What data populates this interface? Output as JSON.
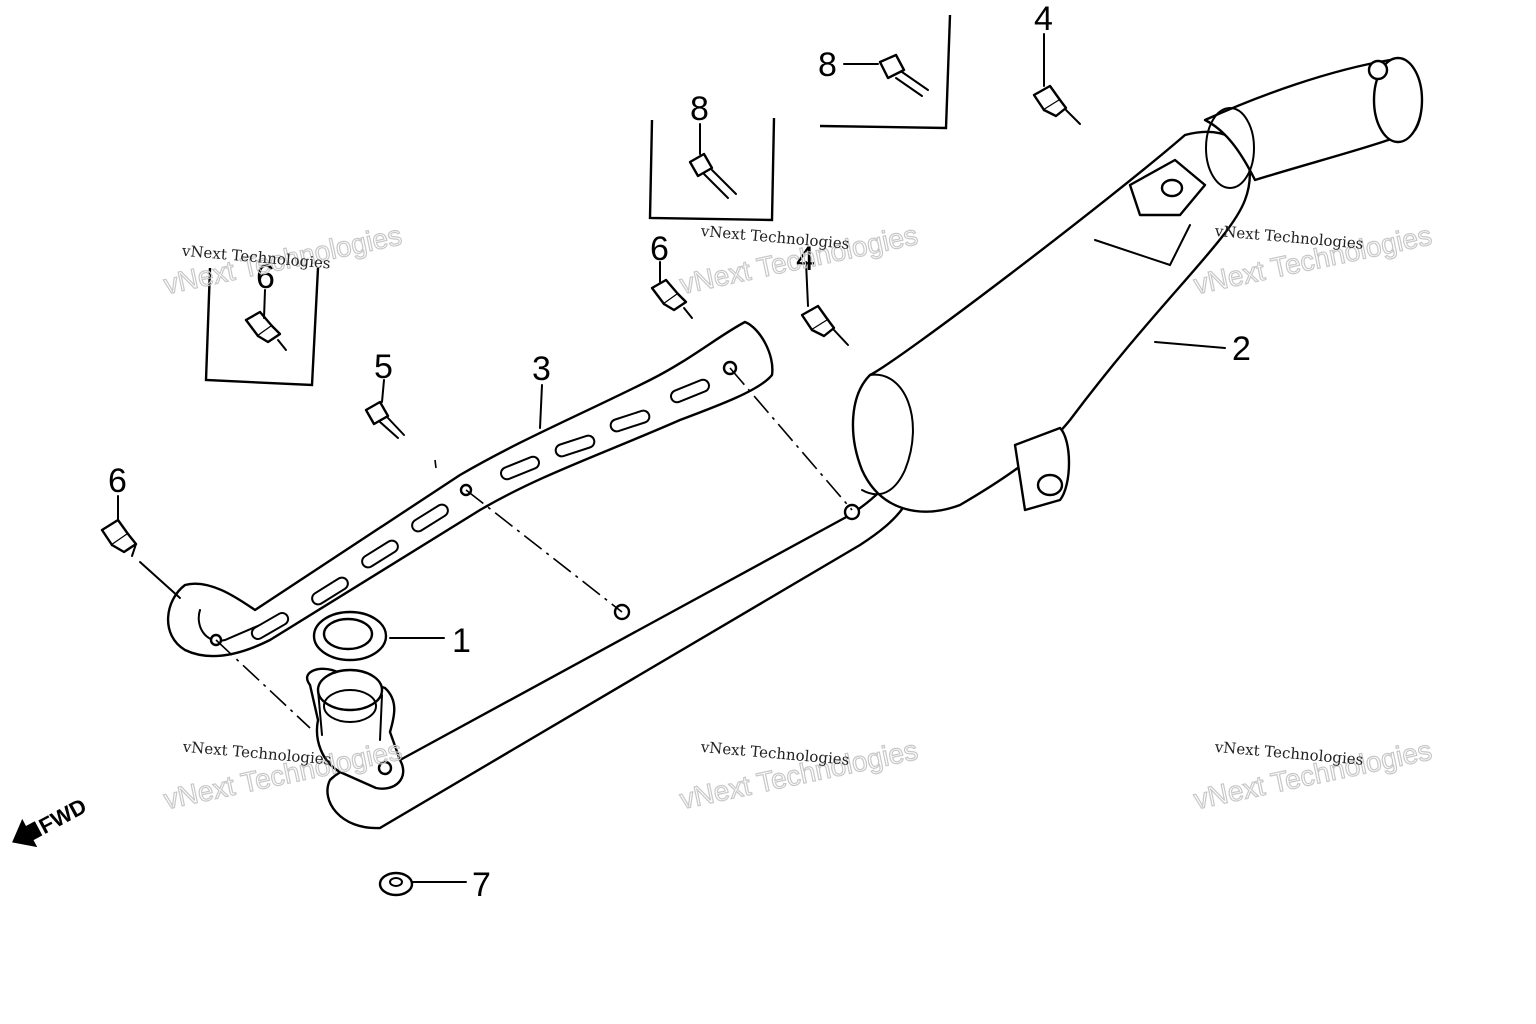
{
  "diagram": {
    "direction_label": "FWD",
    "callouts": {
      "c1": "1",
      "c2": "2",
      "c3": "3",
      "c4a": "4",
      "c4b": "4",
      "c5": "5",
      "c6a": "6",
      "c6b": "6",
      "c6c": "6",
      "c7": "7",
      "c8a": "8",
      "c8b": "8"
    },
    "watermarks": [
      {
        "line1": "vNext Technologies",
        "line2": "vNext Technologies"
      },
      {
        "line1": "vNext Technologies",
        "line2": "vNext Technologies"
      },
      {
        "line1": "vNext Technologies",
        "line2": "vNext Technologies"
      },
      {
        "line1": "vNext Technologies",
        "line2": "vNext Technologies"
      },
      {
        "line1": "vNext Technologies",
        "line2": "vNext Technologies"
      },
      {
        "line1": "vNext Technologies",
        "line2": "vNext Technologies"
      }
    ]
  }
}
